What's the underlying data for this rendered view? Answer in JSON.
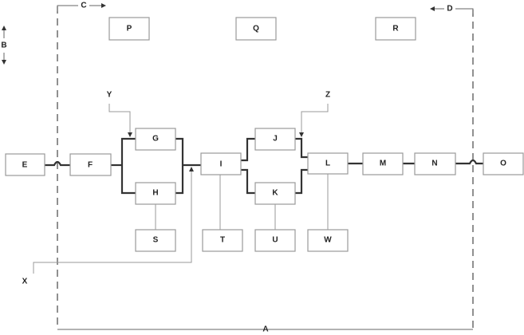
{
  "blocks": {
    "E": "E",
    "F": "F",
    "G": "G",
    "H": "H",
    "I": "I",
    "J": "J",
    "K": "K",
    "L": "L",
    "M": "M",
    "N": "N",
    "O": "O",
    "P": "P",
    "Q": "Q",
    "R": "R",
    "S": "S",
    "T": "T",
    "U": "U",
    "W": "W"
  },
  "labels": {
    "A": "A",
    "B": "B",
    "C": "C",
    "D": "D",
    "X": "X",
    "Y": "Y",
    "Z": "Z"
  }
}
